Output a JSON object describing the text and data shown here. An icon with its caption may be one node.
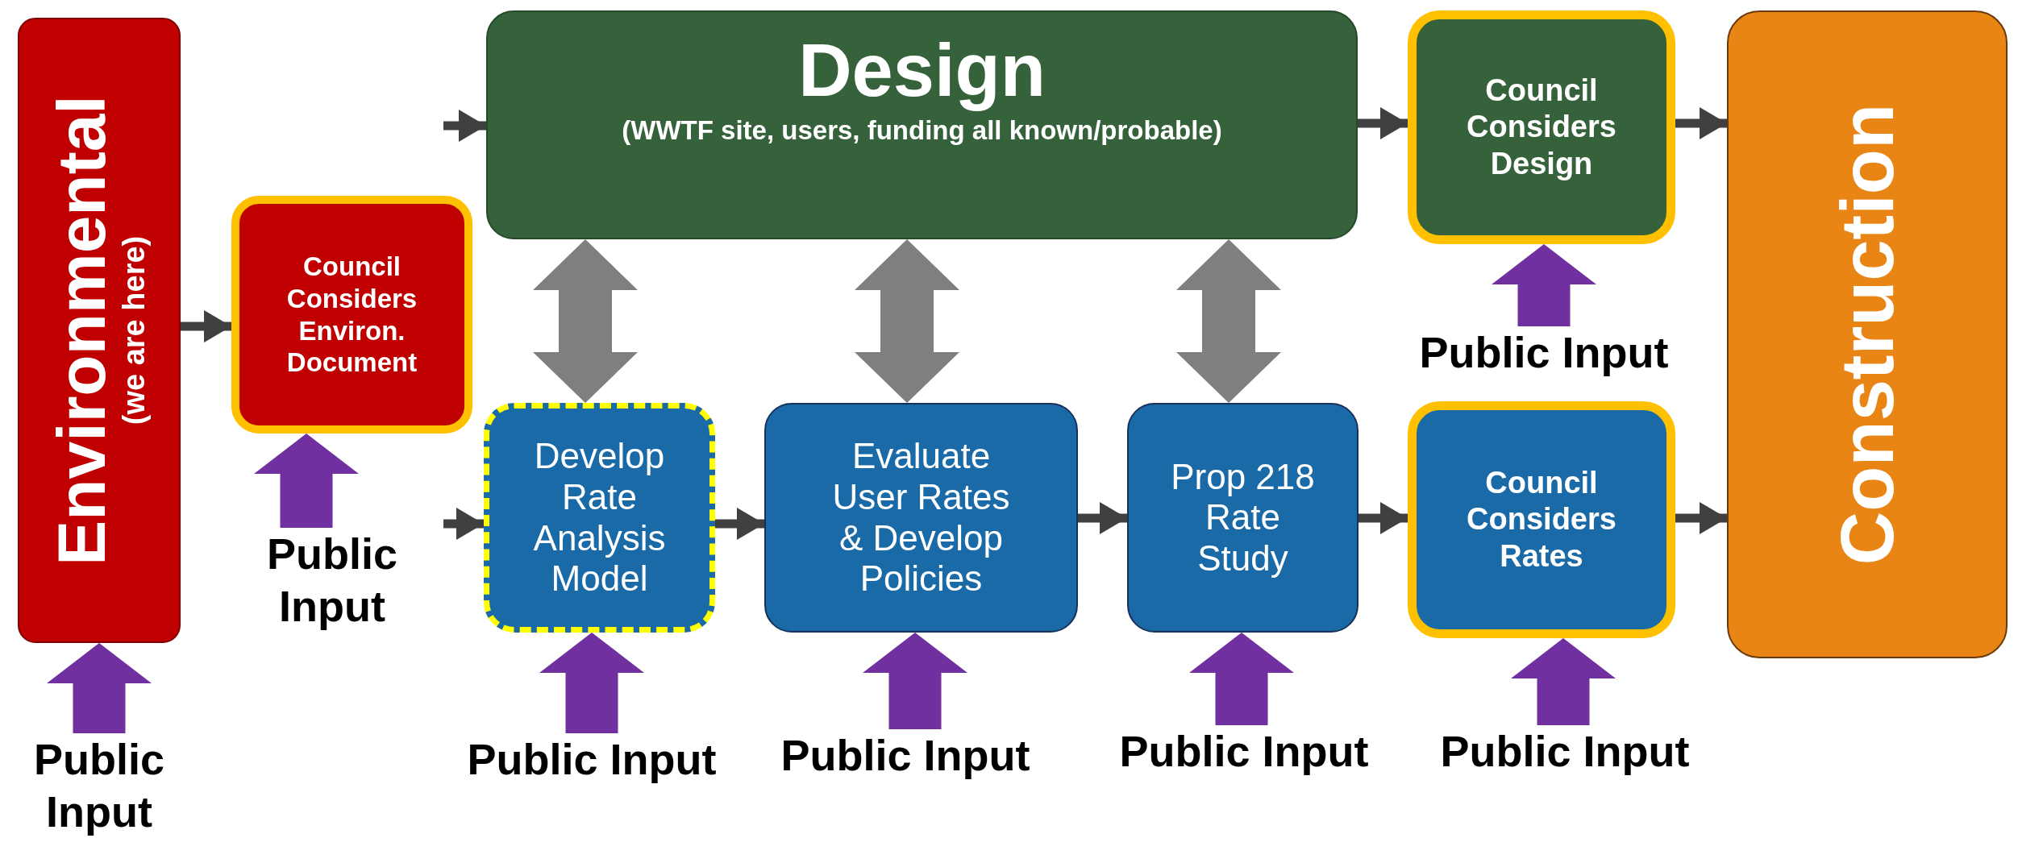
{
  "diagram": {
    "nodes": [
      {
        "text": [
          "Environmental",
          "(we are here)"
        ]
      },
      {
        "text": [
          "Council Considers Environ. Document"
        ]
      },
      {
        "text": [
          "Design",
          "(WWTF site, users, funding all known/probable)"
        ]
      },
      {
        "text": [
          "Council Considers Design"
        ]
      },
      {
        "text": [
          "Construction"
        ]
      },
      {
        "text": [
          "Develop Rate Analysis Model"
        ]
      },
      {
        "text": [
          "Evaluate User Rates & Develop Policies"
        ]
      },
      {
        "text": [
          "Prop 218 Rate Study"
        ]
      },
      {
        "text": [
          "Council Considers Rates"
        ]
      },
      {
        "text": [
          "Public Input"
        ]
      },
      {
        "text": [
          "Public Input"
        ]
      },
      {
        "text": [
          "Public Input"
        ]
      },
      {
        "text": [
          "Public Input"
        ]
      },
      {
        "text": [
          "Public Input"
        ]
      },
      {
        "text": [
          "Public Input"
        ]
      },
      {
        "text": [
          "Public Input"
        ]
      }
    ],
    "edges": [
      {
        "from": 0,
        "to": 1,
        "arrow": "to"
      },
      {
        "from": null,
        "to": 2,
        "arrow": "to"
      },
      {
        "from": 2,
        "to": 3,
        "arrow": "to"
      },
      {
        "from": 3,
        "to": 4,
        "arrow": "to"
      },
      {
        "from": null,
        "to": 5,
        "arrow": "to"
      },
      {
        "from": 5,
        "to": 6,
        "arrow": "to"
      },
      {
        "from": 6,
        "to": 7,
        "arrow": "to"
      },
      {
        "from": 7,
        "to": 8,
        "arrow": "to"
      },
      {
        "from": 8,
        "to": 4,
        "arrow": "to"
      },
      {
        "from": 2,
        "to": 5,
        "arrow": "both",
        "style": "thick",
        "color": "#7f7f7f"
      },
      {
        "from": 2,
        "to": 6,
        "arrow": "both",
        "style": "thick",
        "color": "#7f7f7f"
      },
      {
        "from": 2,
        "to": 7,
        "arrow": "both",
        "style": "thick",
        "color": "#7f7f7f"
      },
      {
        "from": 9,
        "to": 0,
        "arrow": "to",
        "style": "thick",
        "color": "#7030a0"
      },
      {
        "from": 10,
        "to": 1,
        "arrow": "to",
        "style": "thick",
        "color": "#7030a0"
      },
      {
        "from": 11,
        "to": 5,
        "arrow": "to",
        "style": "thick",
        "color": "#7030a0"
      },
      {
        "from": 12,
        "to": 6,
        "arrow": "to",
        "style": "thick",
        "color": "#7030a0"
      },
      {
        "from": 13,
        "to": 7,
        "arrow": "to",
        "style": "thick",
        "color": "#7030a0"
      },
      {
        "from": 14,
        "to": 8,
        "arrow": "to",
        "style": "thick",
        "color": "#7030a0"
      },
      {
        "from": 15,
        "to": 3,
        "arrow": "to",
        "style": "thick",
        "color": "#7030a0"
      }
    ]
  }
}
